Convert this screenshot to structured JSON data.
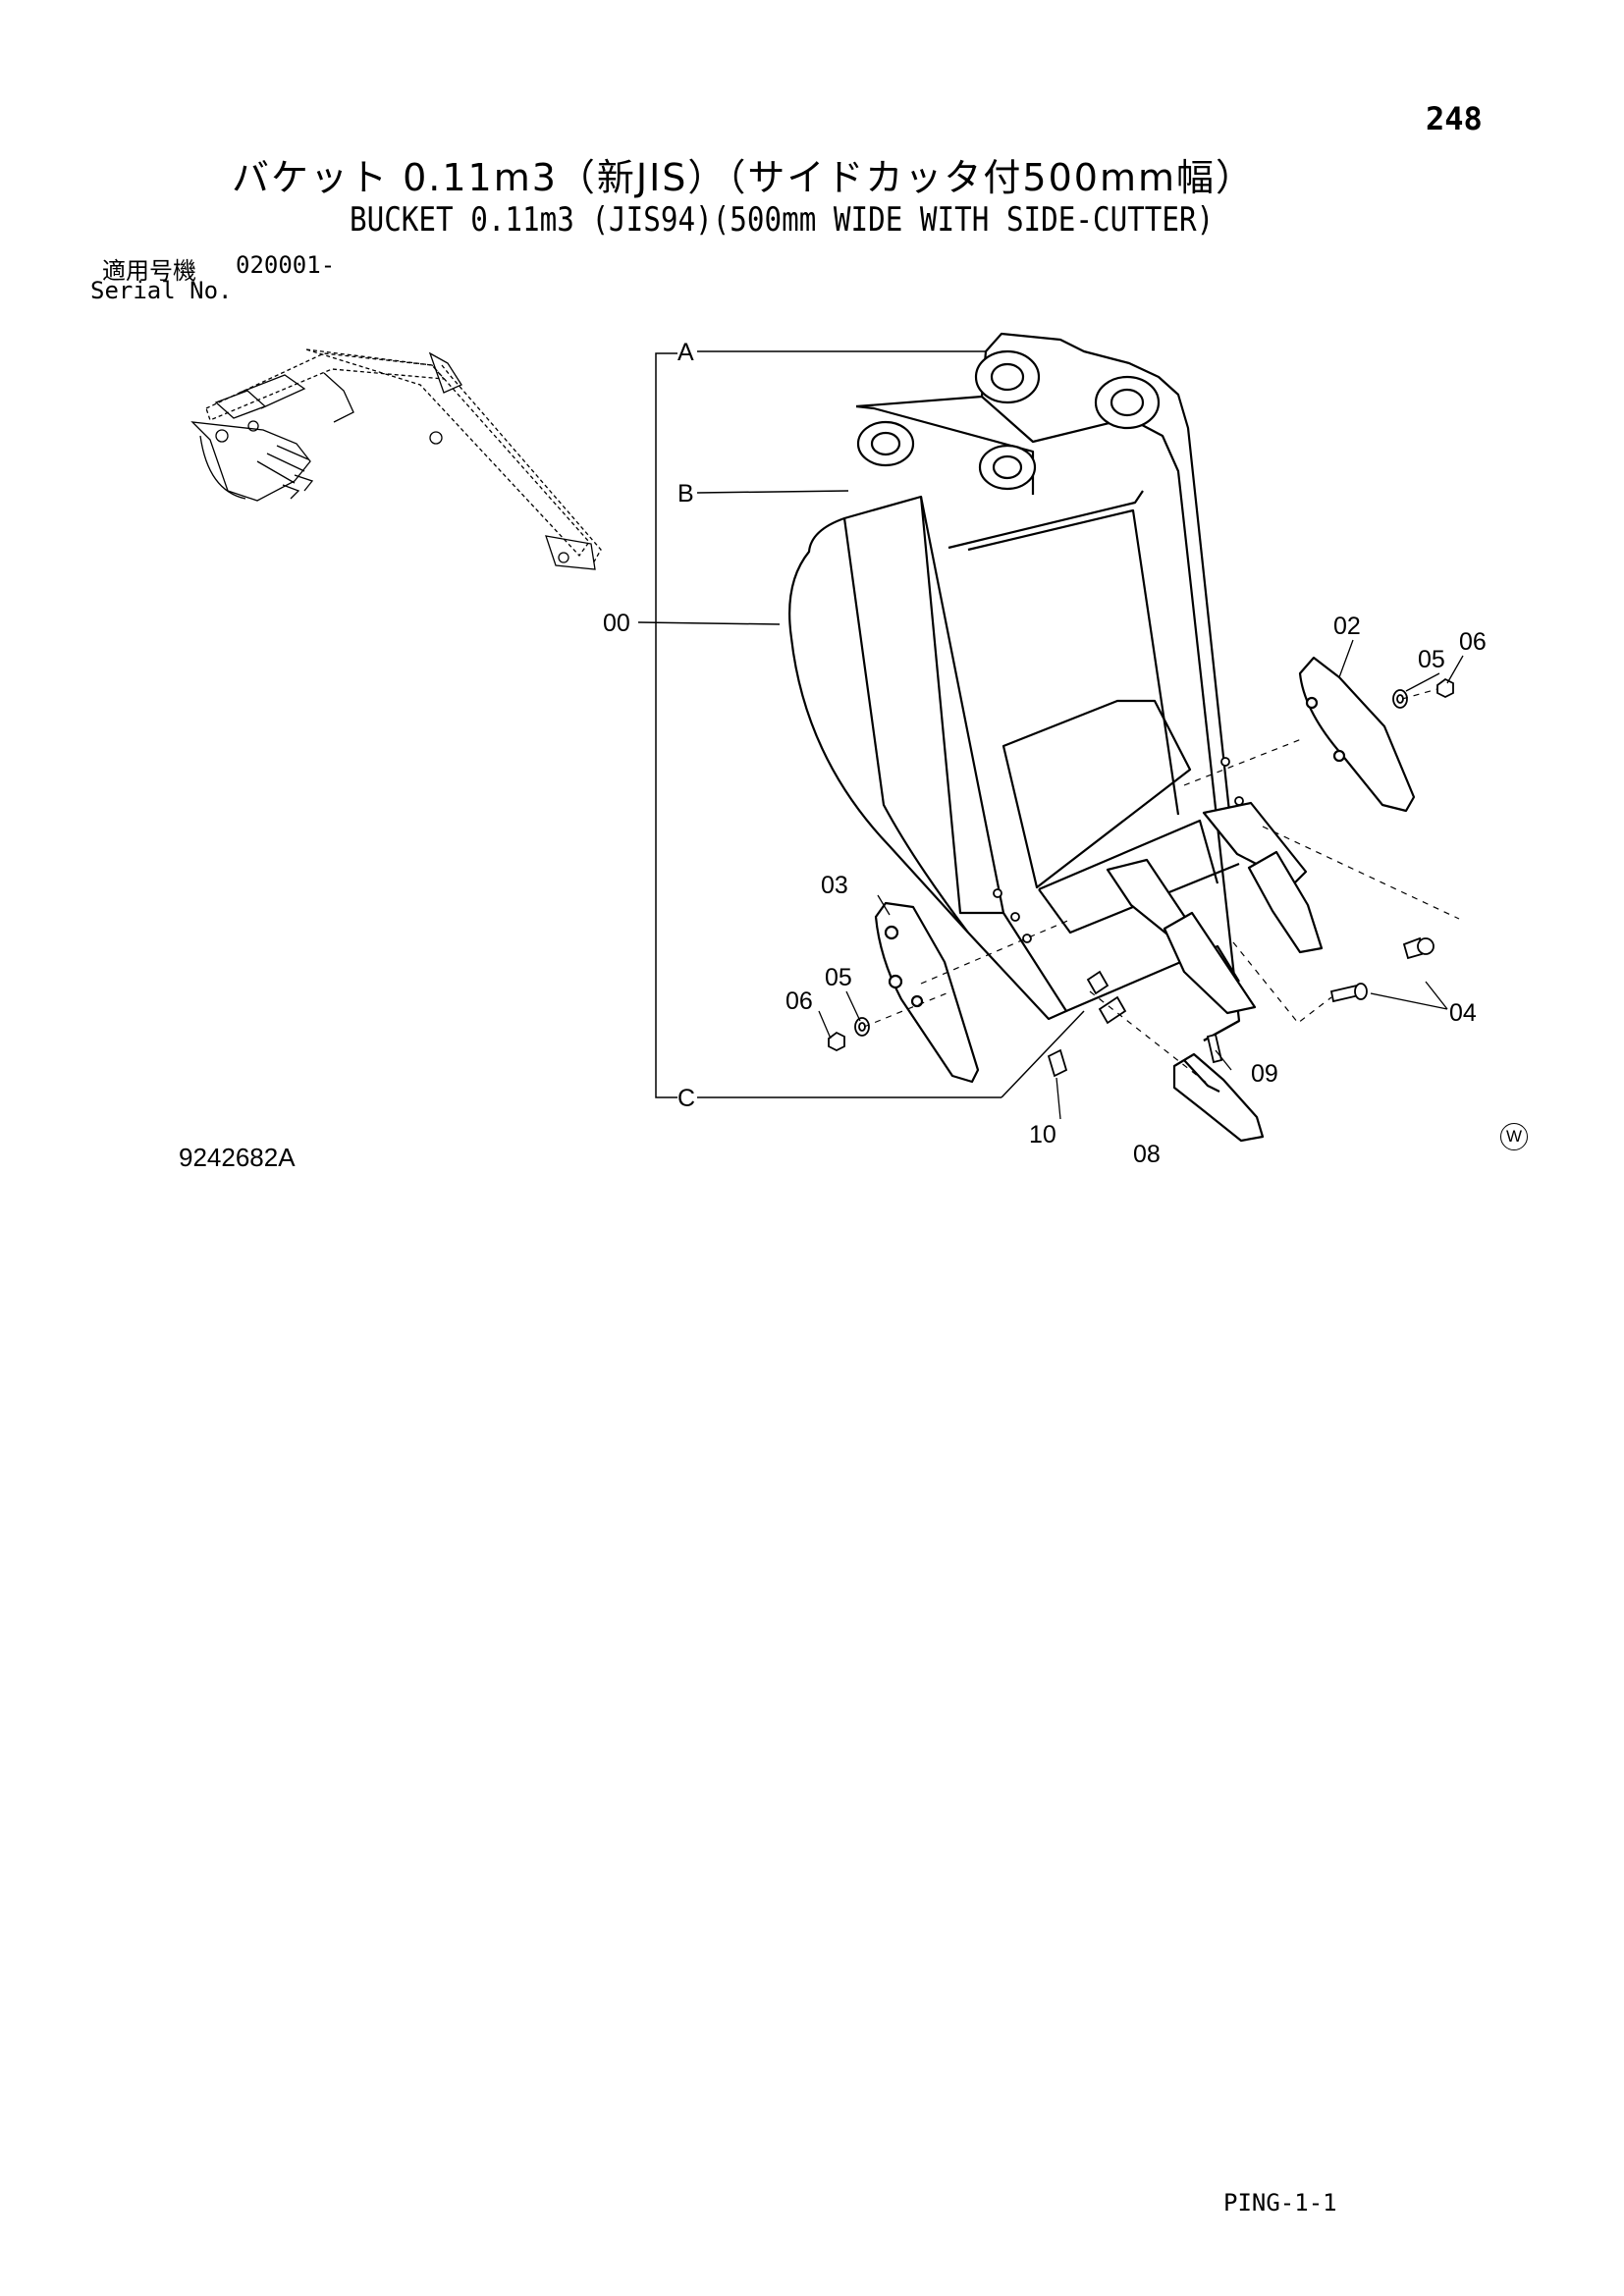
{
  "header": {
    "page_number": "248",
    "title_jp": "バケット 0.11m3（新JIS）（サイドカッタ付500mm幅）",
    "title_en": "BUCKET 0.11m3 (JIS94)(500mm WIDE WITH SIDE-CUTTER)"
  },
  "serial": {
    "label_jp": "適用号機",
    "value": "020001-",
    "label_en": "Serial No."
  },
  "callouts": {
    "a": "A",
    "b": "B",
    "c": "C",
    "p00": "00",
    "p02": "02",
    "p03": "03",
    "p04": "04",
    "p05_right": "05",
    "p06_right": "06",
    "p05_left": "05",
    "p06_left": "06",
    "p08": "08",
    "p09": "09",
    "p10": "10"
  },
  "footer": {
    "drawing_number": "9242682A",
    "copyright_mark": "W",
    "page_code": "PING-1-1"
  }
}
